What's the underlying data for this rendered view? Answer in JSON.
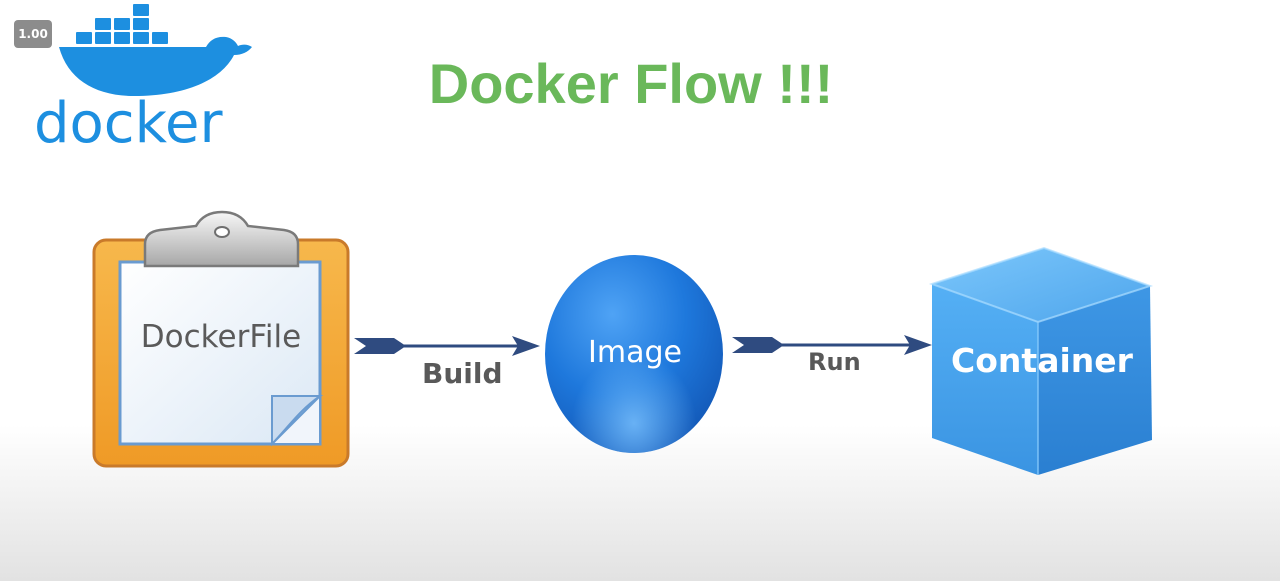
{
  "player": {
    "speed_label": "1.00"
  },
  "logo": {
    "icon": "docker-whale-icon",
    "wordmark": "docker",
    "color": "#1d8fe0"
  },
  "title": "Docker Flow !!!",
  "colors": {
    "title": "#6ab85a",
    "arrow": "#2f4b80",
    "clipboard_frame": "#f3a63a",
    "image_sphere": "#1e78dc",
    "container_cube": "#4aa6ee",
    "edge_label": "#595959"
  },
  "nodes": [
    {
      "id": "dockerfile",
      "label": "DockerFile",
      "icon": "clipboard-icon"
    },
    {
      "id": "image",
      "label": "Image",
      "icon": "sphere-icon"
    },
    {
      "id": "container",
      "label": "Container",
      "icon": "cube-icon"
    }
  ],
  "edges": [
    {
      "from": "dockerfile",
      "to": "image",
      "label": "Build"
    },
    {
      "from": "image",
      "to": "container",
      "label": "Run"
    }
  ]
}
